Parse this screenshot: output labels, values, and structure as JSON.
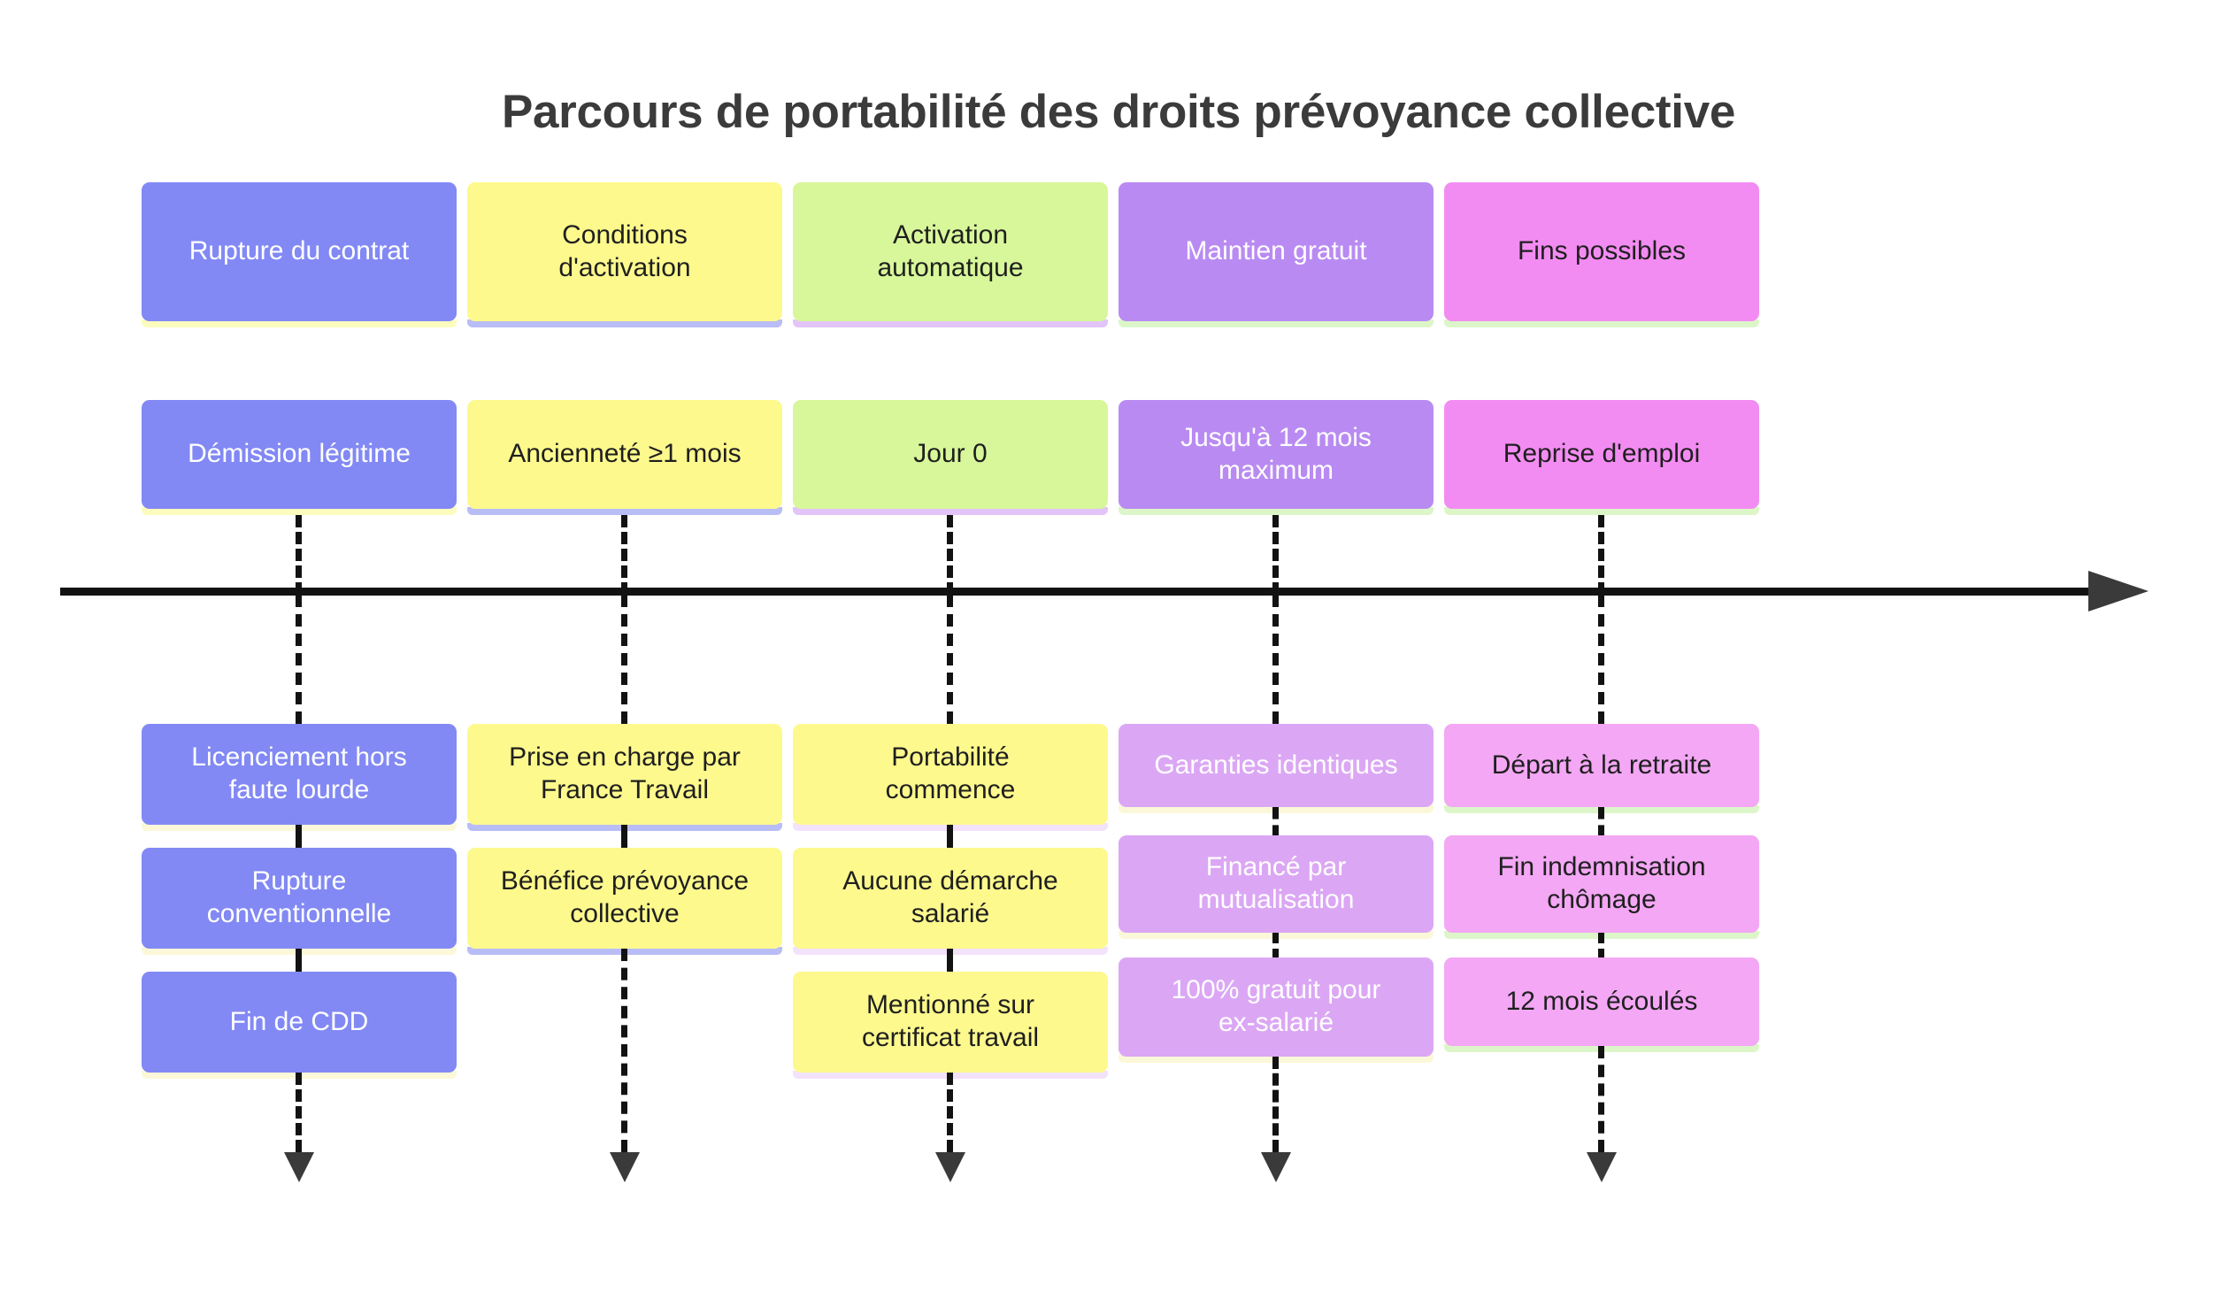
{
  "title": "Parcours de portabilité des droits prévoyance collective",
  "colors": {
    "blue": "#8289f4",
    "yellow": "#fdf98d",
    "green": "#d8f79a",
    "violet": "#b98bf2",
    "pink": "#f38cf2",
    "violet_light": "#dba7f4",
    "pink_light": "#f3a7f4",
    "axis": "#121212",
    "title_text": "#3b3b3b"
  },
  "chart_data": {
    "type": "timeline",
    "title": "Parcours de portabilité des droits prévoyance collective",
    "orientation": "horizontal",
    "axis": {
      "arrow": "right",
      "label": ""
    },
    "columns": [
      {
        "id": "col-1",
        "color": "#8289f4",
        "header": "Rupture du contrat",
        "milestone": "Démission légitime",
        "details": [
          "Licenciement hors\nfaute lourde",
          "Rupture\nconventionnelle",
          "Fin de CDD"
        ]
      },
      {
        "id": "col-2",
        "color": "#fdf98d",
        "header": "Conditions\nd'activation",
        "milestone": "Ancienneté ≥1 mois",
        "details": [
          "Prise en charge par\nFrance Travail",
          "Bénéfice prévoyance\ncollective"
        ]
      },
      {
        "id": "col-3",
        "color": "#d8f79a",
        "header": "Activation\nautomatique",
        "milestone": "Jour 0",
        "details": [
          "Portabilité\ncommence",
          "Aucune démarche\nsalarié",
          "Mentionné sur\ncertificat travail"
        ]
      },
      {
        "id": "col-4",
        "color": "#b98bf2",
        "header": "Maintien gratuit",
        "milestone": "Jusqu'à 12 mois\nmaximum",
        "details": [
          "Garanties identiques",
          "Financé par\nmutualisation",
          "100% gratuit pour\nex-salarié"
        ]
      },
      {
        "id": "col-5",
        "color": "#f38cf2",
        "header": "Fins possibles",
        "milestone": "Reprise d'emploi",
        "details": [
          "Départ à la retraite",
          "Fin indemnisation\nchômage",
          "12 mois écoulés"
        ]
      }
    ]
  }
}
